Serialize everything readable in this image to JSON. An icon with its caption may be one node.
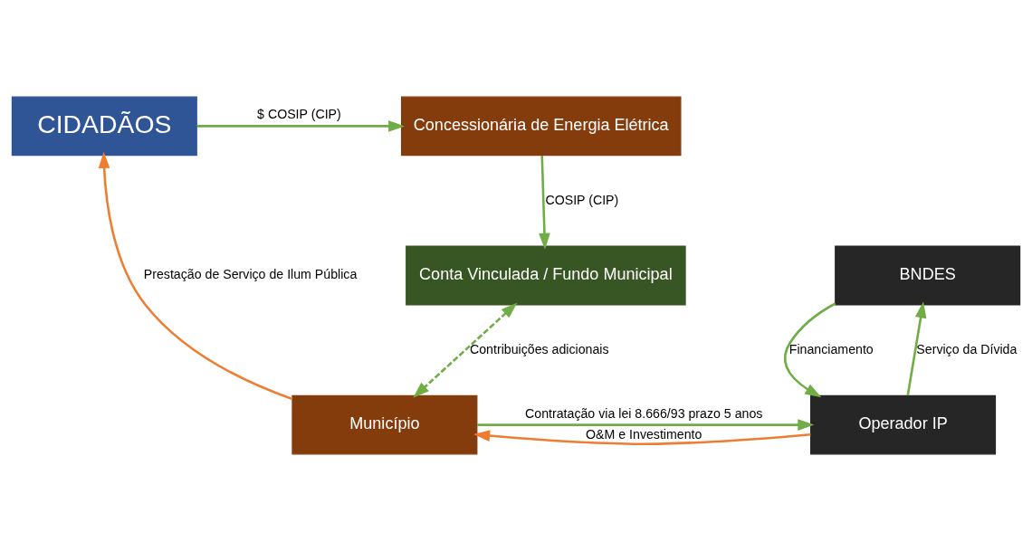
{
  "diagram": {
    "nodes": [
      {
        "text": [
          "CIDADÃOS"
        ]
      },
      {
        "text": [
          "Concessionária de Energia Elétrica"
        ]
      },
      {
        "text": [
          "Conta Vinculada / Fundo Municipal"
        ]
      },
      {
        "text": [
          "BNDES"
        ]
      },
      {
        "text": [
          "Município"
        ]
      },
      {
        "text": [
          "Operador IP"
        ]
      }
    ],
    "edges": [
      {
        "from": 0,
        "to": 1,
        "arrow": "to",
        "label": "$ COSIP (CIP)"
      },
      {
        "from": 1,
        "to": 2,
        "arrow": "to",
        "label": "COSIP (CIP)"
      },
      {
        "from": 2,
        "to": 4,
        "arrow": "both",
        "label": "Contribuições adicionais",
        "style": "dashed"
      },
      {
        "from": 4,
        "to": 0,
        "arrow": "to",
        "label": "Prestação de Serviço de Ilum Pública",
        "color": "#ed7d31"
      },
      {
        "from": 3,
        "to": 5,
        "arrow": "to",
        "label": "Financiamento"
      },
      {
        "from": 5,
        "to": 3,
        "arrow": "to",
        "label": "Serviço da Dívida"
      },
      {
        "from": 5,
        "to": 4,
        "arrow": "to",
        "label": "O&M e Investimento",
        "color": "#ed7d31"
      },
      {
        "from": 4,
        "to": 5,
        "arrow": "to",
        "label": "Contratação via lei 8.666/93 prazo 5 anos"
      }
    ]
  }
}
